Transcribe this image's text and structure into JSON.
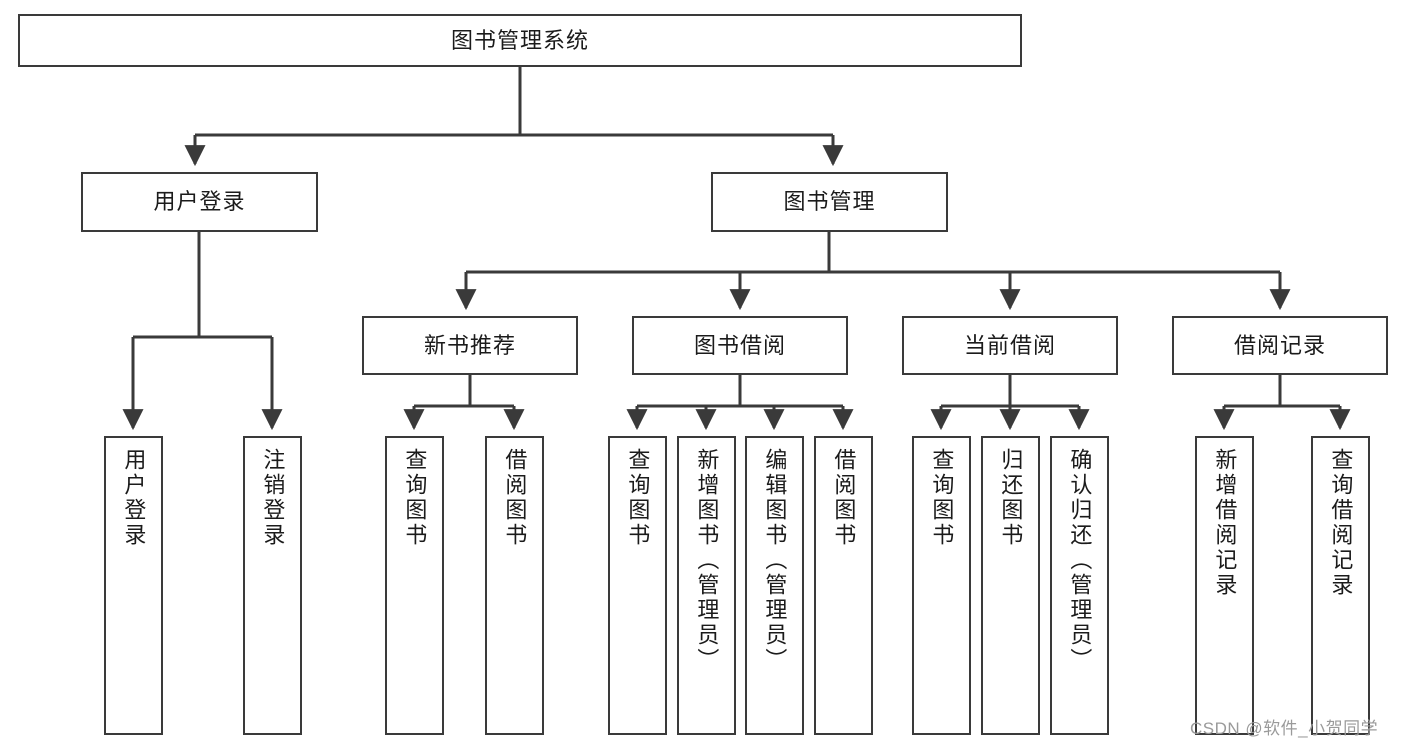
{
  "diagram": {
    "title": "图书管理系统",
    "type": "tree-hierarchy-chart",
    "root": {
      "label": "图书管理系统"
    },
    "level2": [
      {
        "label": "用户登录"
      },
      {
        "label": "图书管理"
      }
    ],
    "level3": [
      {
        "label": "新书推荐"
      },
      {
        "label": "图书借阅"
      },
      {
        "label": "当前借阅"
      },
      {
        "label": "借阅记录"
      }
    ],
    "leaves": {
      "user_login": [
        {
          "label": "用户登录"
        },
        {
          "label": "注销登录"
        }
      ],
      "new_book_recommend": [
        {
          "label": "查询图书"
        },
        {
          "label": "借阅图书"
        }
      ],
      "book_borrow": [
        {
          "label": "查询图书"
        },
        {
          "label": "新增图书（管理员）"
        },
        {
          "label": "编辑图书（管理员）"
        },
        {
          "label": "借阅图书"
        }
      ],
      "current_borrow": [
        {
          "label": "查询图书"
        },
        {
          "label": "归还图书"
        },
        {
          "label": "确认归还（管理员）"
        }
      ],
      "borrow_record": [
        {
          "label": "新增借阅记录"
        },
        {
          "label": "查询借阅记录"
        }
      ]
    }
  },
  "watermark": {
    "text": "CSDN @软件_小贺同学"
  },
  "colors": {
    "stroke": "#3a3a3a",
    "fill": "#ffffff",
    "text": "#1b1b1b",
    "watermark": "#9a9a9a"
  }
}
